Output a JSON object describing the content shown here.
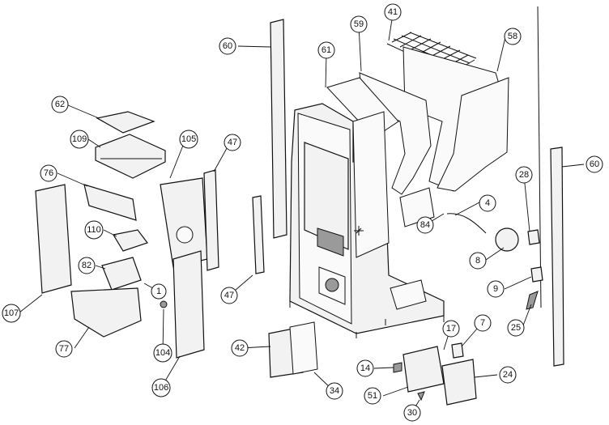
{
  "callouts": [
    {
      "id": "c41",
      "label": "41"
    },
    {
      "id": "c59",
      "label": "59"
    },
    {
      "id": "c58",
      "label": "58"
    },
    {
      "id": "c60a",
      "label": "60"
    },
    {
      "id": "c61",
      "label": "61"
    },
    {
      "id": "c62",
      "label": "62"
    },
    {
      "id": "c109",
      "label": "109"
    },
    {
      "id": "c105",
      "label": "105"
    },
    {
      "id": "c47a",
      "label": "47"
    },
    {
      "id": "c76",
      "label": "76"
    },
    {
      "id": "c60b",
      "label": "60"
    },
    {
      "id": "c28",
      "label": "28"
    },
    {
      "id": "c4",
      "label": "4"
    },
    {
      "id": "c84",
      "label": "84"
    },
    {
      "id": "c110",
      "label": "110"
    },
    {
      "id": "c8",
      "label": "8"
    },
    {
      "id": "c82",
      "label": "82"
    },
    {
      "id": "c47b",
      "label": "47"
    },
    {
      "id": "c1",
      "label": "1"
    },
    {
      "id": "c9",
      "label": "9"
    },
    {
      "id": "c107",
      "label": "107"
    },
    {
      "id": "c25",
      "label": "25"
    },
    {
      "id": "c7",
      "label": "7"
    },
    {
      "id": "c17",
      "label": "17"
    },
    {
      "id": "c104",
      "label": "104"
    },
    {
      "id": "c77",
      "label": "77"
    },
    {
      "id": "c42",
      "label": "42"
    },
    {
      "id": "c14",
      "label": "14"
    },
    {
      "id": "c24",
      "label": "24"
    },
    {
      "id": "c106",
      "label": "106"
    },
    {
      "id": "c34",
      "label": "34"
    },
    {
      "id": "c51",
      "label": "51"
    },
    {
      "id": "c30",
      "label": "30"
    }
  ]
}
